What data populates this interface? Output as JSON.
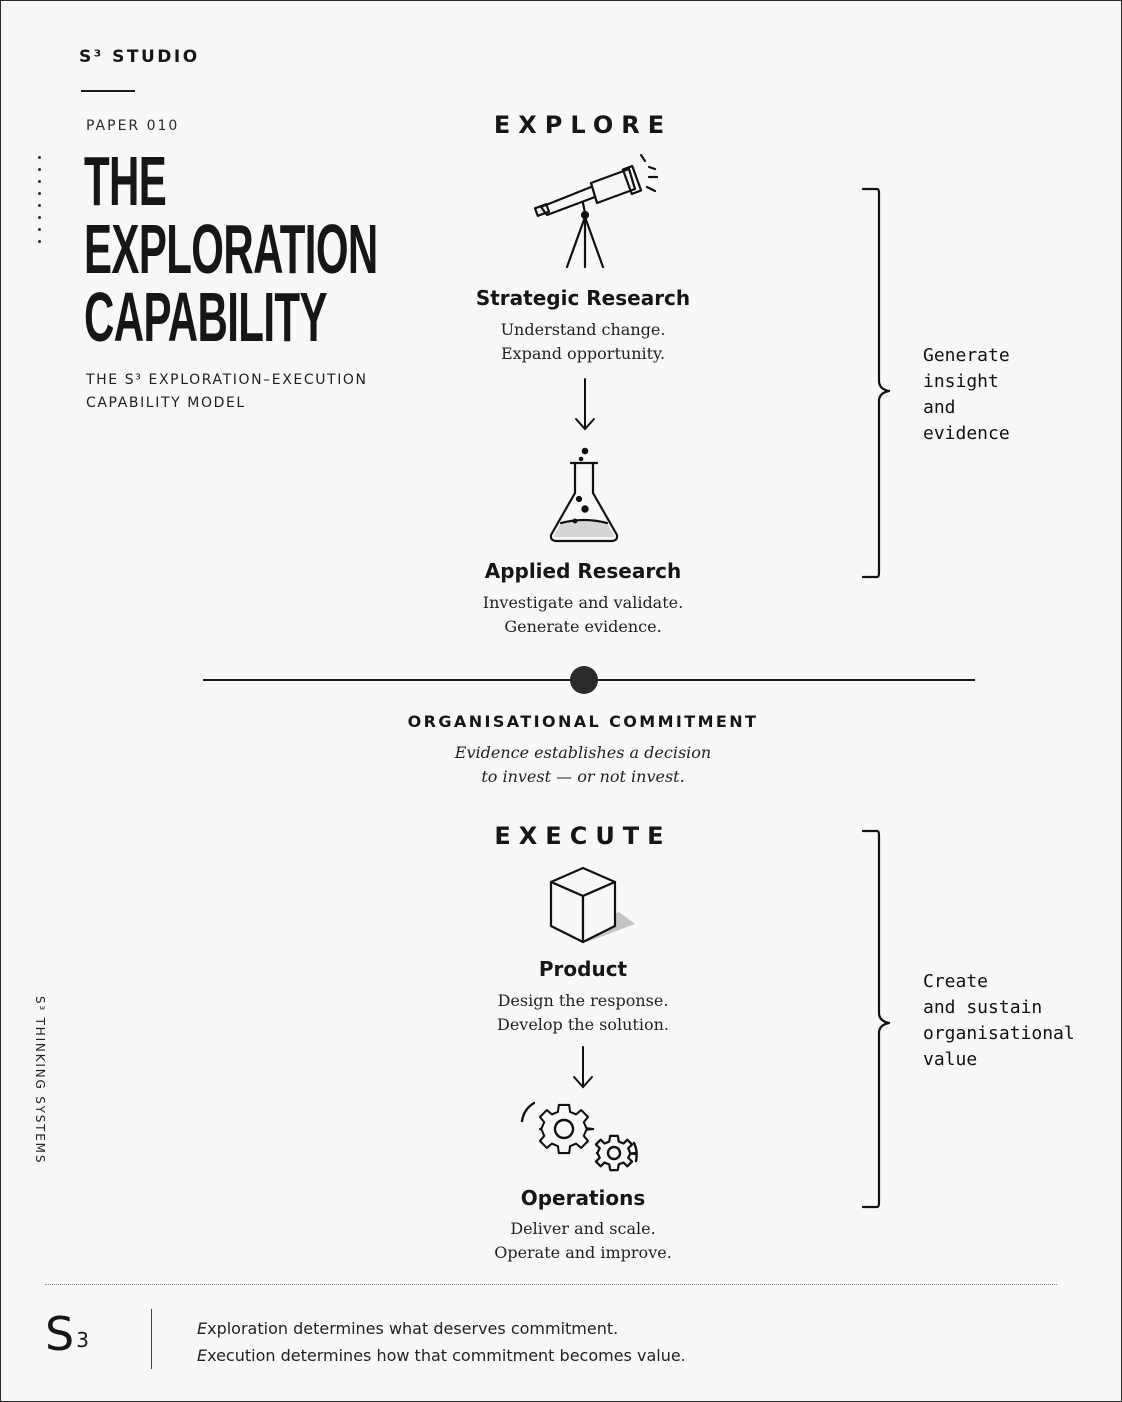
{
  "header": {
    "brand": "S³ STUDIO",
    "paper_number": "PAPER 010",
    "title_lines": [
      "THE",
      "EXPLORATION",
      "CAPABILITY"
    ],
    "subtitle_lines": [
      "THE S³ EXPLORATION–EXECUTION",
      "CAPABILITY MODEL"
    ]
  },
  "explore": {
    "heading": "EXPLORE",
    "nodes": [
      {
        "title": "Strategic Research",
        "lines": [
          "Understand change.",
          "Expand opportunity."
        ],
        "icon": "telescope-icon"
      },
      {
        "title": "Applied Research",
        "lines": [
          "Investigate and validate.",
          "Generate evidence."
        ],
        "icon": "flask-icon"
      }
    ],
    "annotation": [
      "Generate",
      "insight",
      "and",
      "evidence"
    ]
  },
  "commitment": {
    "heading": "ORGANISATIONAL COMMITMENT",
    "lines": [
      "Evidence establishes a decision",
      "to invest — or not invest."
    ]
  },
  "execute": {
    "heading": "EXECUTE",
    "nodes": [
      {
        "title": "Product",
        "lines": [
          "Design the response.",
          "Develop the solution."
        ],
        "icon": "cube-icon"
      },
      {
        "title": "Operations",
        "lines": [
          "Deliver and scale.",
          "Operate and improve."
        ],
        "icon": "gears-icon"
      }
    ],
    "annotation": [
      "Create",
      "and sustain",
      "organisational",
      "value"
    ]
  },
  "side_label": "S³ THINKING SYSTEMS",
  "footer": {
    "mark": "S",
    "mark_superscript": "3",
    "lines": [
      {
        "lead": "E",
        "rest": "xploration determines what deserves commitment."
      },
      {
        "lead": "E",
        "rest": "xecution determines how that commitment becomes value."
      }
    ]
  },
  "colors": {
    "ink": "#161616",
    "paper": "#f8f8f7"
  }
}
